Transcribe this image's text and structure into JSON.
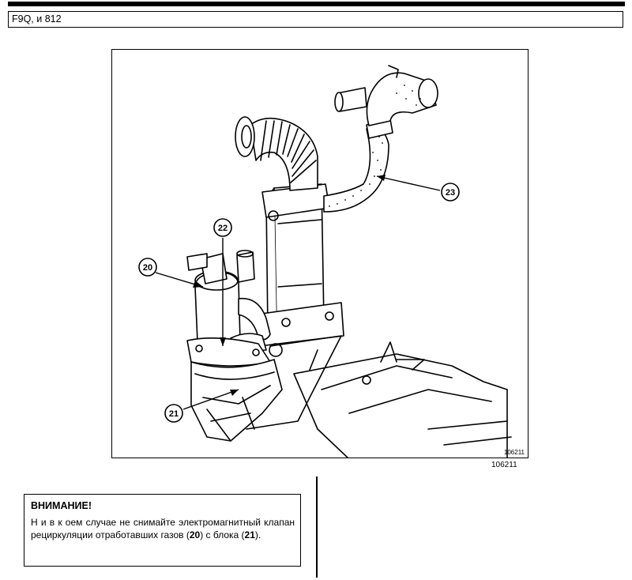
{
  "header": {
    "title": "F9Q, и 812"
  },
  "figure": {
    "id_inner": "106211",
    "id_outer": "106211",
    "callouts": [
      {
        "label": "20"
      },
      {
        "label": "21"
      },
      {
        "label": "22"
      },
      {
        "label": "23"
      }
    ]
  },
  "warning": {
    "title": "ВНИМАНИЕ!",
    "body_pre": "Н и в к оем случае не снимайте электромагнитный клапан рециркуляции отработавших газов (",
    "ref1": "20",
    "body_mid": ") с блока (",
    "ref2": "21",
    "body_post": ")."
  }
}
